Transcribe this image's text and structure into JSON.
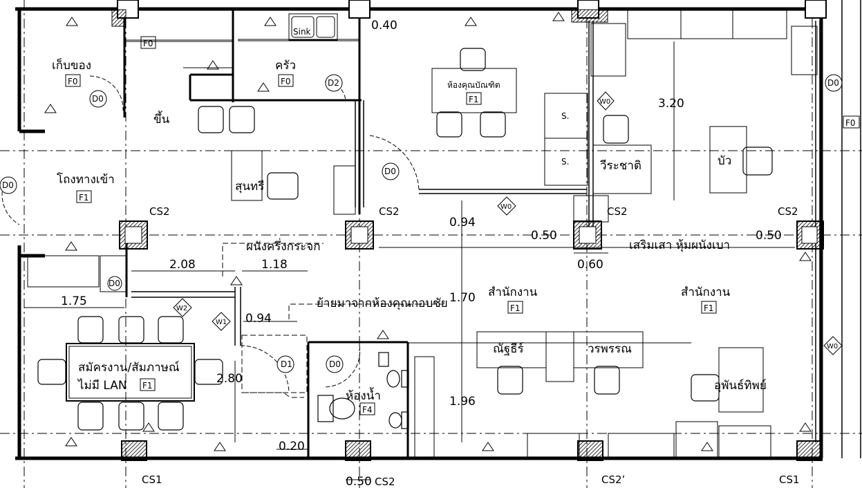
{
  "rooms": {
    "storage": "เก็บของ",
    "kitchen": "ครัว",
    "entrance_hall": "โถงทางเข้า",
    "accounting": "ห้องคุณบัณฑิต",
    "interview": "สมัครงาน/สัมภาษณ์",
    "no_lan": "ไม่มี LAN",
    "bathroom": "ห้องน้ำ",
    "office_left": "สำนักงาน",
    "office_right": "สำนักงาน"
  },
  "finish_tags": {
    "storage": "F0",
    "kitchen": "F0",
    "stair": "F0",
    "entrance": "F1",
    "accounting": "F1",
    "interview": "F1",
    "bathroom": "F4",
    "office_left": "F1",
    "office_right": "F1",
    "far_right": "F0"
  },
  "people": {
    "sunri": "สุนทรี",
    "bua": "บัว",
    "wirachat": "วีระชาติ",
    "natthiree": "ณัฐธีร์",
    "worapon": "วรพรรณ",
    "aphinya": "อุพันธ์ทิพย์"
  },
  "labels": {
    "stair_up": "ขึ้น",
    "sink": "Sink",
    "glass_wall": "ผนังครึ่งกระจก",
    "moved_from": "ย้ายมาจากห้องคุณกอบชัย",
    "column_note": "เสริมเสา หุ้มผนังเบา",
    "s1": "S.",
    "s2": "S.",
    "lan": "LAN"
  },
  "dimensions": {
    "d_040": "0.40",
    "d_320": "3.20",
    "d_094a": "0.94",
    "d_050a": "0.50",
    "d_050b": "0.50",
    "d_060": "0.60",
    "d_208": "2.08",
    "d_118": "1.18",
    "d_175": "1.75",
    "d_170": "1.70",
    "d_094b": "0.94",
    "d_280": "2.80",
    "d_196": "1.96",
    "d_020": "0.20",
    "d_050c": "0.50"
  },
  "columns": {
    "cs2_a": "CS2",
    "cs2_b": "CS2",
    "cs2_c": "CS2",
    "cs2_d": "CS2",
    "cs1_a": "CS1",
    "cs2_e": "CS2",
    "cs2_prime": "CS2’",
    "cs1_b": "CS1"
  },
  "door_tags": {
    "d0_storage": "D0",
    "d2_kitchen": "D2",
    "d0_mid": "D0",
    "d0_left": "D0",
    "d0_small": "D0",
    "d1": "D1",
    "d0_bath": "D0",
    "d0_right": "D0"
  },
  "window_tags": {
    "w0_a": "W0",
    "w0_b": "W0",
    "w2": "W2",
    "w1": "W1",
    "w0_right": "W0"
  }
}
